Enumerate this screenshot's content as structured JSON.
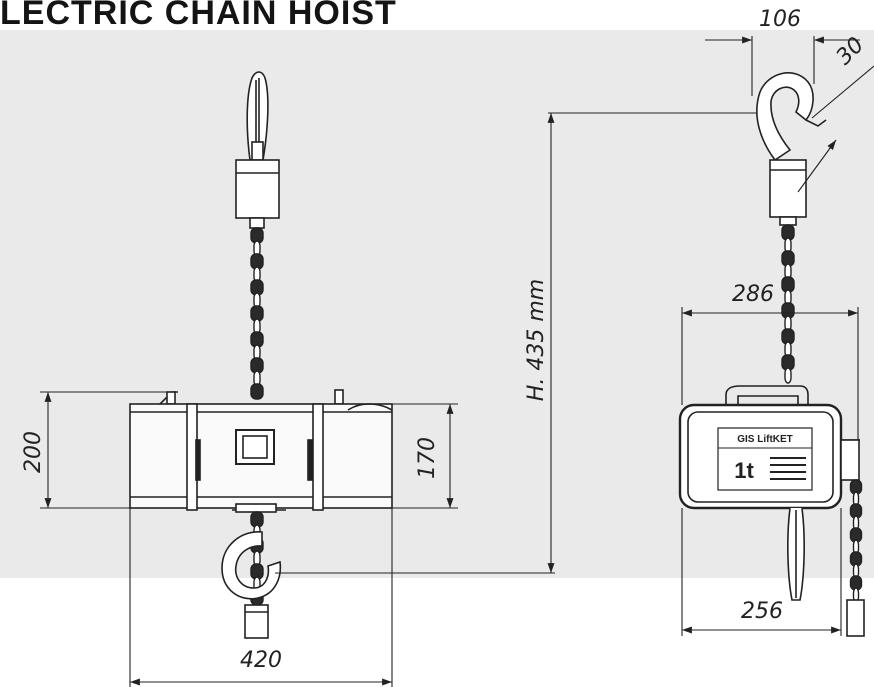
{
  "title": "LECTRIC CHAIN HOIST",
  "dimensions": {
    "top_width": "106",
    "hook_opening": "30",
    "height": "H. 435 mm",
    "side_width_top": "286",
    "side_width_bottom": "256",
    "front_height_outer": "200",
    "front_height_inner": "170",
    "front_width": "420"
  },
  "nameplate": {
    "brand": "GIS LiftKET",
    "capacity": "1t"
  }
}
